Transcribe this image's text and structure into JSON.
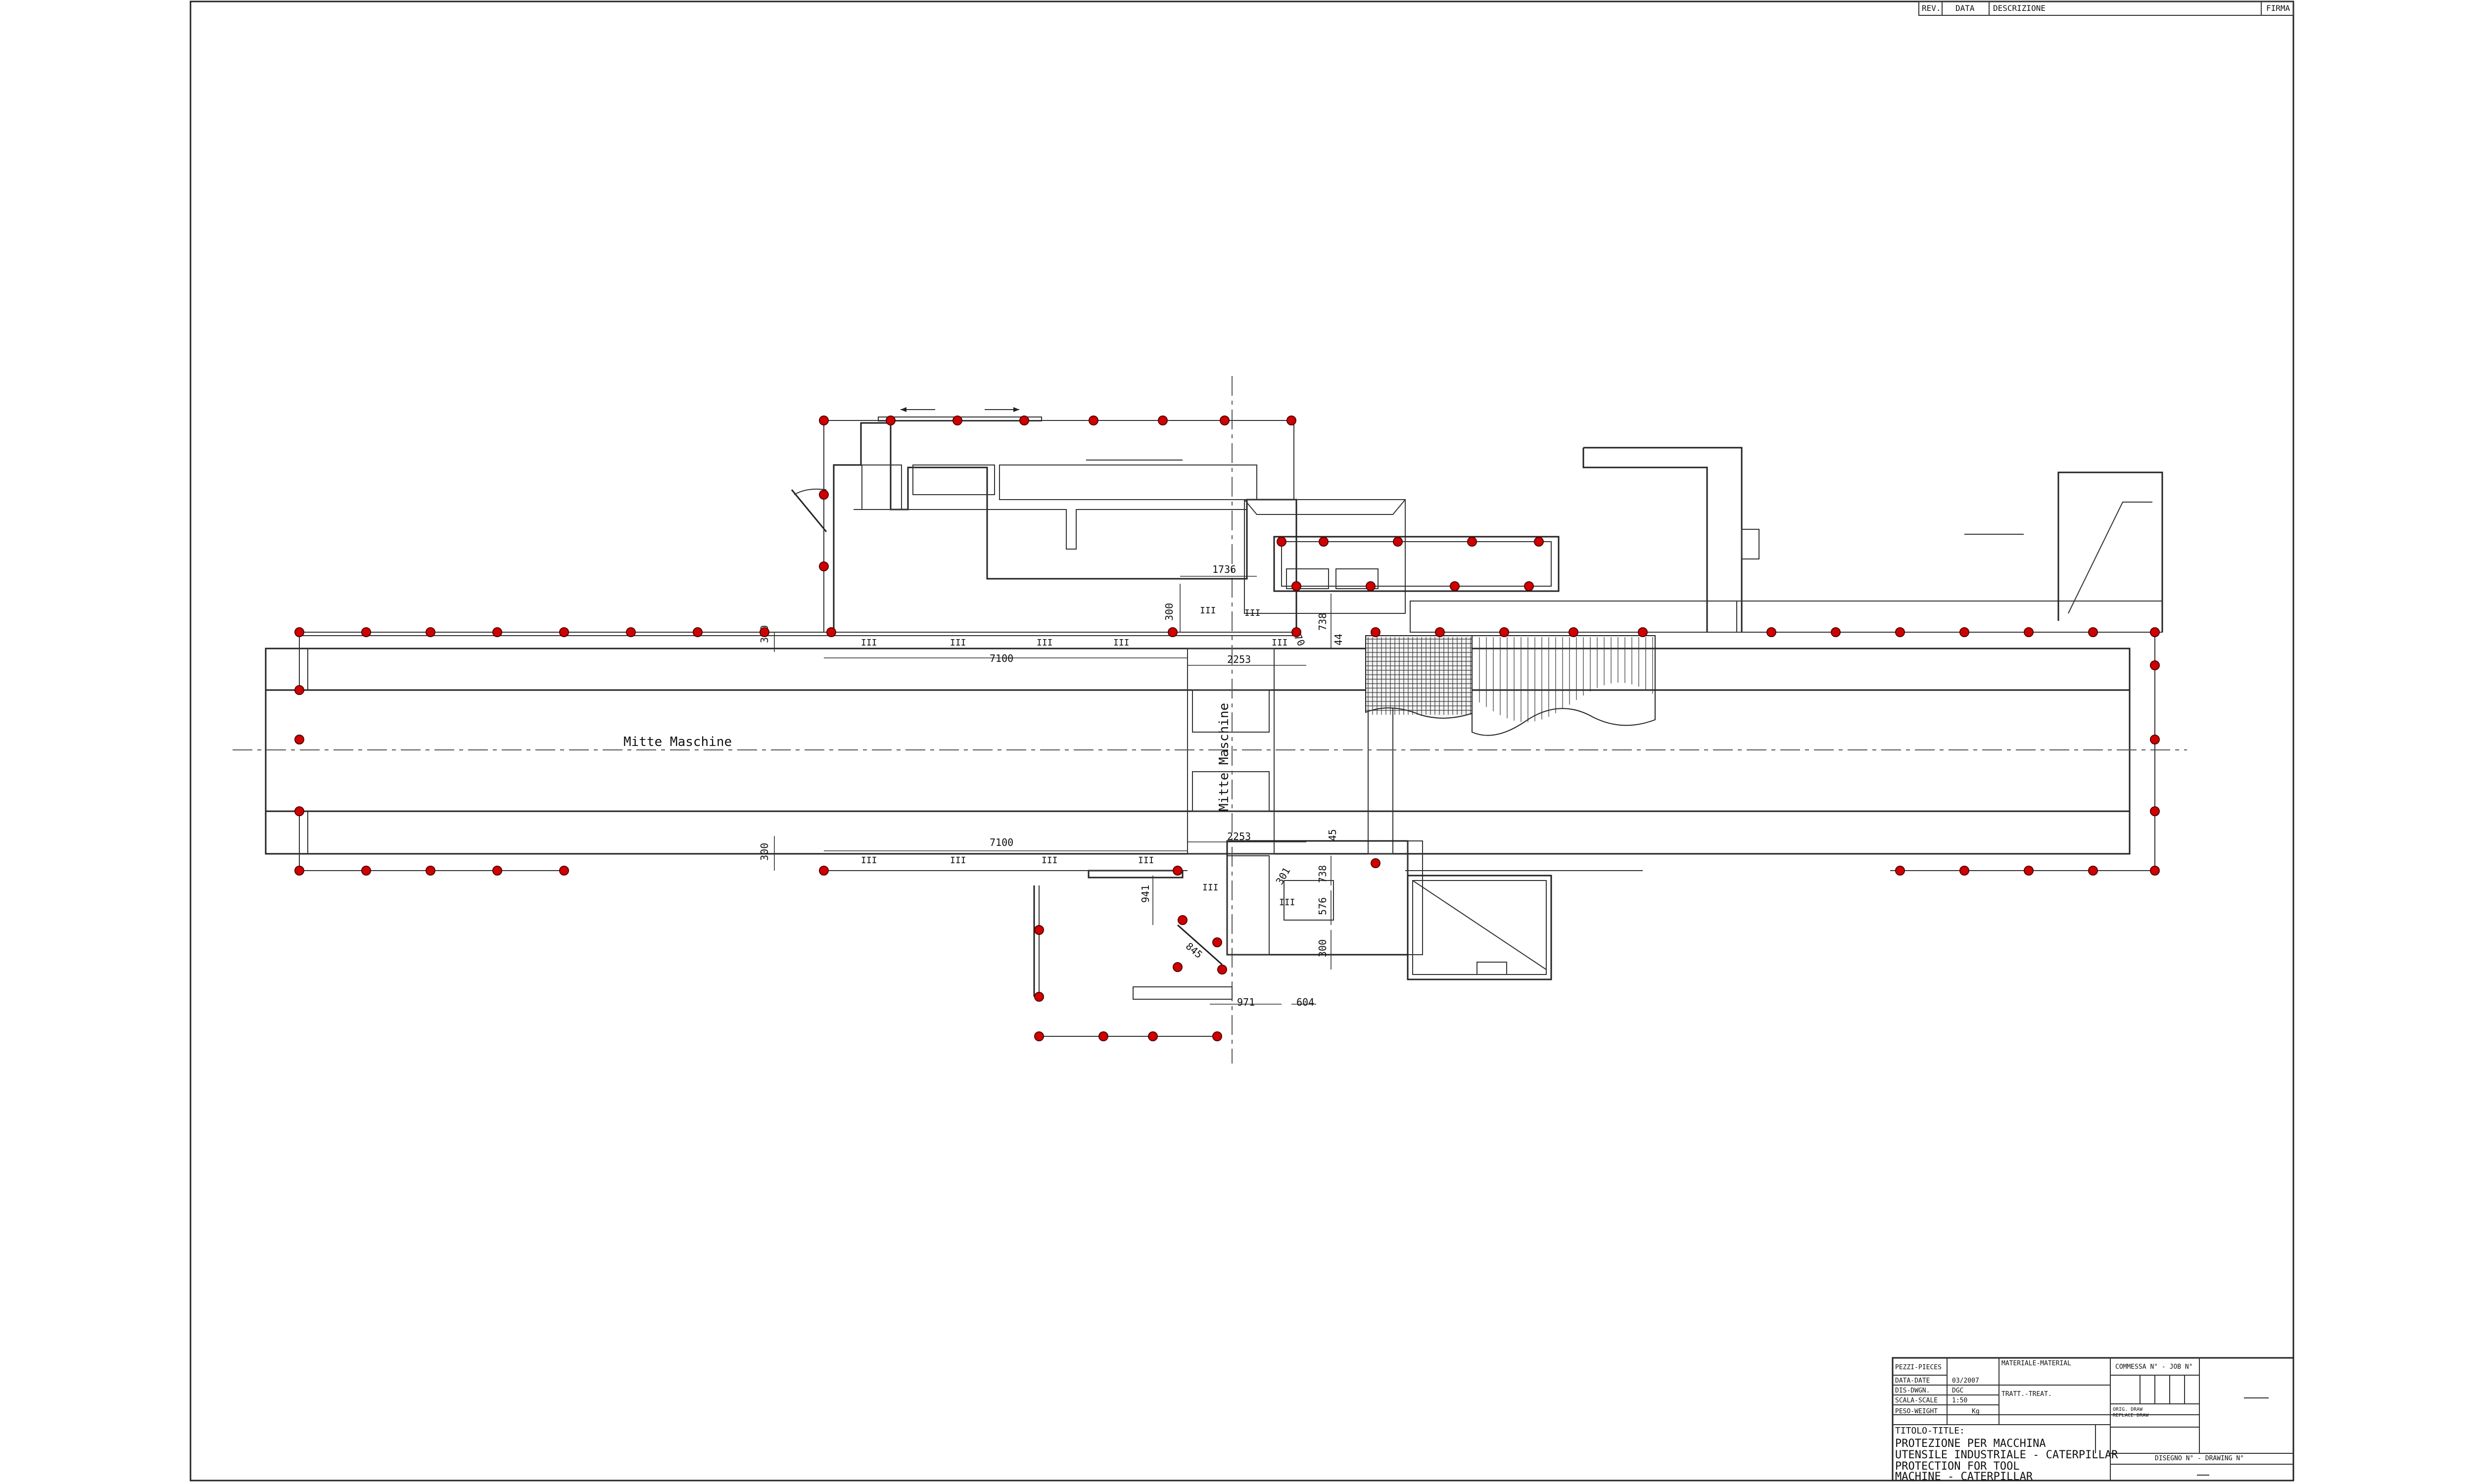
{
  "revision_block": {
    "headers": [
      "REV.",
      "DATA",
      "DESCRIZIONE",
      "FIRMA"
    ]
  },
  "drawing": {
    "centerline_h_label": "Mitte Maschine",
    "centerline_v_label": "Mitte Maschine",
    "dimensions_top": [
      "1736",
      "300",
      "2253",
      "7100",
      "738",
      "44",
      "470",
      "300"
    ],
    "dimensions_bottom": [
      "7100",
      "2253",
      "300",
      "941",
      "738",
      "301",
      "576",
      "300",
      "971",
      "604",
      "45",
      "845"
    ],
    "marks": "III"
  },
  "title_block": {
    "pezzi_label": "PEZZI-PIECES",
    "data_label": "DATA-DATE",
    "data_value": "03/2007",
    "dis_label": "DIS-DWGN.",
    "dis_value": "DGC",
    "scala_label": "SCALA-SCALE",
    "scala_value": "1:50",
    "peso_label": "PESO-WEIGHT",
    "peso_value": "Kg",
    "materiale_label": "MATERIALE-MATERIAL",
    "tratt_label": "TRATT.-TREAT.",
    "commessa_label": "COMMESSA N° - JOB N°",
    "orig_label": "ORIG. DRAW",
    "replace_label": "REPLACE DRAW",
    "titolo_label": "TITOLO-TITLE:",
    "title_lines": [
      "PROTEZIONE PER MACCHINA",
      "UTENSILE INDUSTRIALE - CATERPILLAR",
      "PROTECTION FOR TOOL",
      "MACHINE - CATERPILLAR"
    ],
    "drawing_no_label": "DISEGNO N° - DRAWING N°"
  }
}
